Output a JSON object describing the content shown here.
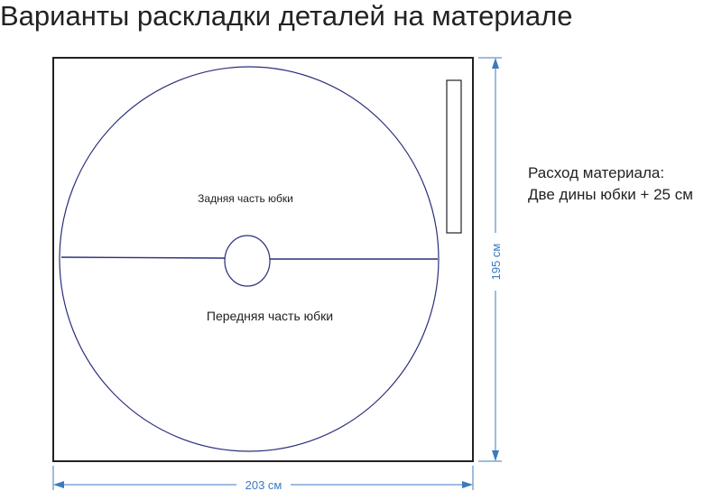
{
  "title": "Варианты раскладки деталей на материале",
  "note": {
    "line1": "Расход материала:",
    "line2": "Две дины юбки + 25 см"
  },
  "pieces": {
    "back_label": "Задняя часть юбки",
    "front_label": "Передняя часть юбки"
  },
  "dimensions": {
    "width": "203 см",
    "height": "195 см"
  },
  "colors": {
    "outline": "#222222",
    "pattern": "#2b2f7a",
    "dimension": "#3a7bbf"
  }
}
